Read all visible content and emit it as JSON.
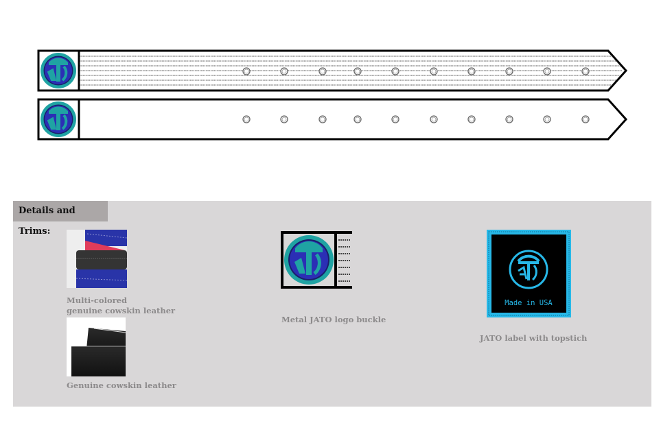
{
  "belts": [
    {
      "name": "striped-belt",
      "style": "topstitched",
      "stitch_rows": 7,
      "holes": 10
    },
    {
      "name": "plain-belt",
      "style": "plain",
      "stitch_rows": 0,
      "holes": 10
    }
  ],
  "colors": {
    "logo_teal": "#1fa3a3",
    "logo_blue": "#2b2fb5",
    "label_cyan": "#27b8e8",
    "label_black": "#000000",
    "panel_bg": "#d9d7d8",
    "title_bg": "#aba7a7",
    "caption": "#8c8a8b"
  },
  "details": {
    "title": "Details and Trims:",
    "items": [
      {
        "caption_line1": "Multi-colored",
        "caption_line2": "genuine cowskin leather",
        "icon": "multicolor-leather-photo"
      },
      {
        "caption": "Genuine cowskin leather",
        "icon": "black-leather-photo"
      },
      {
        "caption": "Metal JATO logo buckle",
        "icon": "buckle-logo"
      },
      {
        "caption": "JATO label with topstich",
        "icon": "jato-label",
        "label_text": "Made in USA"
      }
    ]
  }
}
